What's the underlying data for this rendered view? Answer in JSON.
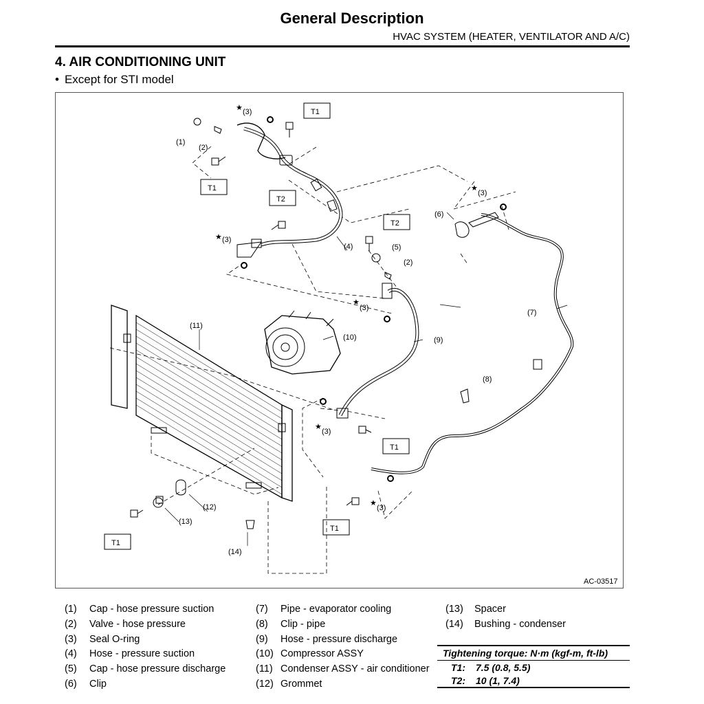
{
  "header": {
    "title": "General Description",
    "subtitle": "HVAC SYSTEM (HEATER, VENTILATOR AND A/C)"
  },
  "section": {
    "heading": "4.  AIR CONDITIONING UNIT",
    "bullet": "Except for STI model"
  },
  "figure": {
    "id": "AC-03517",
    "callouts": {
      "c1": "(1)",
      "c2": "(2)",
      "c3": "(3)",
      "c4": "(4)",
      "c5": "(5)",
      "c6": "(6)",
      "c7": "(7)",
      "c8": "(8)",
      "c9": "(9)",
      "c10": "(10)",
      "c11": "(11)",
      "c12": "(12)",
      "c13": "(13)",
      "c14": "(14)",
      "t1": "T1",
      "t2": "T2",
      "star": "★"
    }
  },
  "legend": {
    "col1": [
      {
        "num": "(1)",
        "label": "Cap - hose pressure suction"
      },
      {
        "num": "(2)",
        "label": "Valve - hose pressure"
      },
      {
        "num": "(3)",
        "label": "Seal O-ring"
      },
      {
        "num": "(4)",
        "label": "Hose - pressure suction"
      },
      {
        "num": "(5)",
        "label": "Cap - hose pressure discharge"
      },
      {
        "num": "(6)",
        "label": "Clip"
      }
    ],
    "col2": [
      {
        "num": "(7)",
        "label": "Pipe - evaporator cooling"
      },
      {
        "num": "(8)",
        "label": "Clip - pipe"
      },
      {
        "num": "(9)",
        "label": "Hose - pressure discharge"
      },
      {
        "num": "(10)",
        "label": "Compressor ASSY"
      },
      {
        "num": "(11)",
        "label": "Condenser ASSY - air conditioner"
      },
      {
        "num": "(12)",
        "label": "Grommet"
      }
    ],
    "col3": [
      {
        "num": "(13)",
        "label": "Spacer"
      },
      {
        "num": "(14)",
        "label": "Bushing - condenser"
      }
    ]
  },
  "torque": {
    "header": "Tightening torque: N·m (kgf-m, ft-lb)",
    "rows": [
      {
        "key": "T1:",
        "value": "7.5 (0.8, 5.5)"
      },
      {
        "key": "T2:",
        "value": "10 (1, 7.4)"
      }
    ]
  }
}
